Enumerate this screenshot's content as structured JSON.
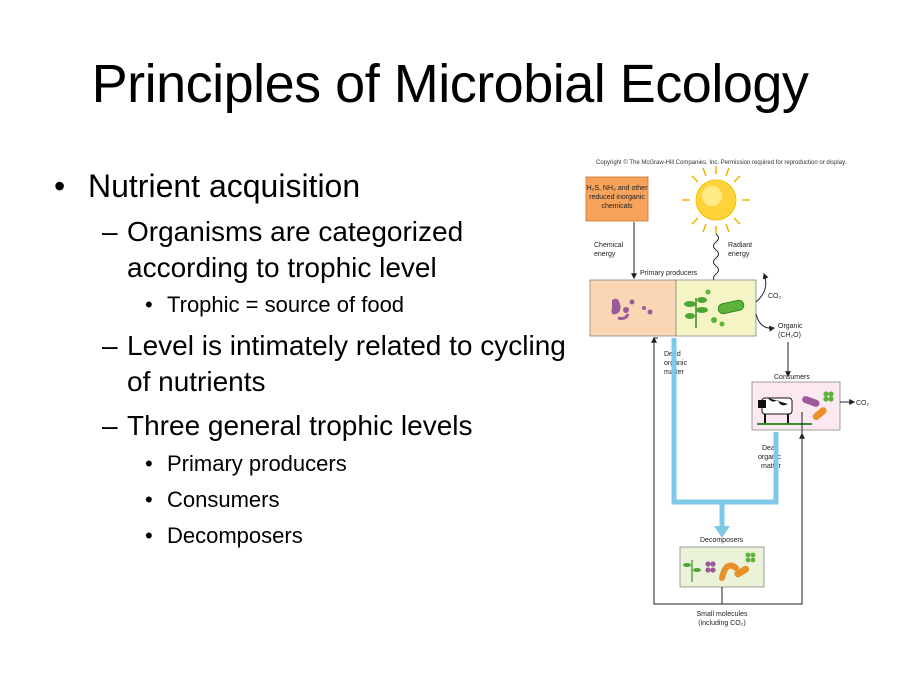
{
  "slide": {
    "title": "Principles of Microbial Ecology",
    "bullets": [
      {
        "level": 1,
        "text": "Nutrient acquisition"
      },
      {
        "level": 2,
        "text": "Organisms are categorized"
      },
      {
        "level": 2,
        "text": "according to trophic level"
      },
      {
        "level": 3,
        "text": "Trophic = source of food"
      },
      {
        "level": 2,
        "text": "Level is intimately related to cycling"
      },
      {
        "level": 2,
        "text": "of nutrients"
      },
      {
        "level": 2,
        "text": "Three general trophic levels"
      },
      {
        "level": 3,
        "text": "Primary producers"
      },
      {
        "level": 3,
        "text": "Consumers"
      },
      {
        "level": 3,
        "text": "Decomposers"
      }
    ],
    "markers": {
      "l1": "•",
      "l2": "–",
      "l3": "•"
    }
  },
  "figure": {
    "copyright": "Copyright © The McGraw-Hill Companies, Inc. Permission required for reproduction or display.",
    "inorganic_box": [
      "H₂S, NH₃ and other",
      "reduced inorganic",
      "chemicals"
    ],
    "chemical_energy": [
      "Chemical",
      "energy"
    ],
    "radiant_energy": [
      "Radiant",
      "energy"
    ],
    "primary_producers": "Primary producers",
    "co2_top": "CO₂",
    "organic": [
      "Organic",
      "(CH₂O)"
    ],
    "dead_organic_left": [
      "Dead",
      "organic",
      "matter"
    ],
    "consumers": "Consumers",
    "co2_right": "CO₂",
    "dead_organic_right": [
      "Dead",
      "organic",
      "matter"
    ],
    "decomposers": "Decomposers",
    "small_molecules": [
      "Small molecules",
      "(including CO₂)"
    ],
    "colors": {
      "inorganic_box": "#f7a35c",
      "producer_left": "#f9d7b5",
      "producer_right": "#f4f4c4",
      "flow_arrow": "#7ec8e8",
      "sun": "#ffd43b"
    }
  }
}
